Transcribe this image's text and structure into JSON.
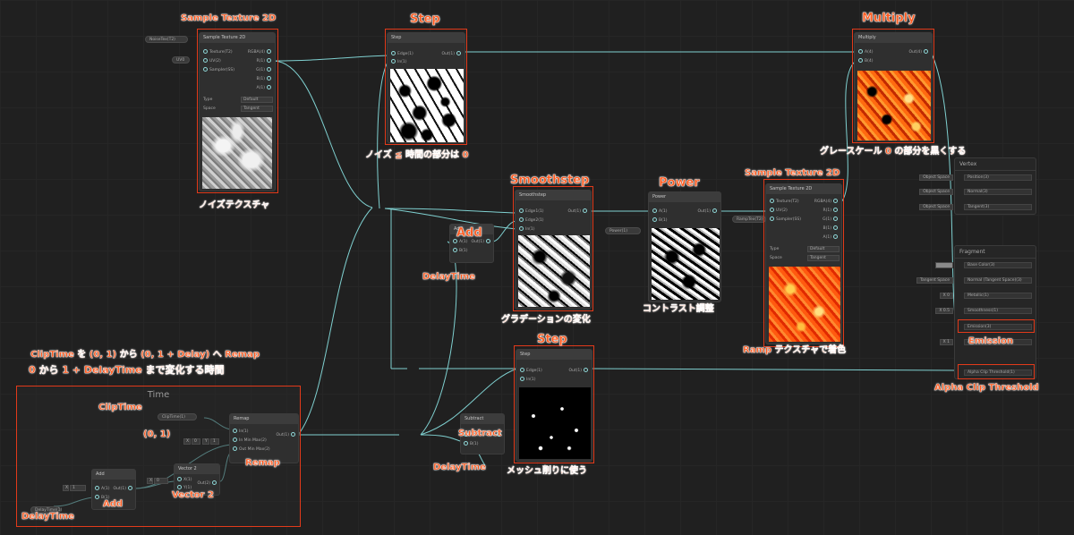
{
  "nodes": {
    "sample_tex1": {
      "header": "Sample Texture 2D",
      "inputs": [
        "Texture(T2)",
        "UV(2)",
        "Sampler(SS)"
      ],
      "outputs": [
        "RGBA(4)",
        "R(1)",
        "G(1)",
        "B(1)",
        "A(1)"
      ],
      "type_label": "Type",
      "type_value": "Default",
      "space_label": "Space",
      "space_value": "Tangent",
      "uv_pill": "UV0",
      "tex_pill": "NoiseTex(T2)"
    },
    "step1": {
      "header": "Step",
      "inputs": [
        "Edge(1)",
        "In(1)"
      ],
      "output": "Out(1)"
    },
    "multiply": {
      "header": "Multiply",
      "inputs": [
        "A(4)",
        "B(4)"
      ],
      "output": "Out(4)"
    },
    "smoothstep": {
      "header": "Smoothstep",
      "inputs": [
        "Edge1(1)",
        "Edge2(1)",
        "In(1)"
      ],
      "output": "Out(1)"
    },
    "power": {
      "header": "Power",
      "inputs": [
        "A(1)",
        "B(1)"
      ],
      "output": "Out(1)",
      "b_pill": "Power(1)"
    },
    "sample_tex2": {
      "header": "Sample Texture 2D",
      "inputs": [
        "Texture(T2)",
        "UV(2)",
        "Sampler(SS)"
      ],
      "outputs": [
        "RGBA(4)",
        "R(1)",
        "G(1)",
        "B(1)",
        "A(1)"
      ],
      "type_label": "Type",
      "type_value": "Default",
      "space_label": "Space",
      "space_value": "Tangent",
      "tex_pill": "RampTex(T2)"
    },
    "add1": {
      "header": "Add",
      "inputs": [
        "A(1)",
        "B(1)"
      ],
      "output": "Out(1)"
    },
    "step2": {
      "header": "Step",
      "inputs": [
        "Edge(1)",
        "In(1)"
      ],
      "output": "Out(1)"
    },
    "subtract": {
      "header": "Subtract",
      "inputs": [
        "A(1)",
        "B(1)"
      ],
      "output": "Out(1)"
    },
    "remap": {
      "header": "Remap",
      "inputs": [
        "In(1)",
        "In Min Max(2)",
        "Out Min Max(2)"
      ],
      "output": "Out(1)",
      "cliptime_pill": "ClipTime(1)",
      "x0": "X",
      "v0": "0",
      "y1": "Y",
      "v1": "1"
    },
    "vector2": {
      "header": "Vector 2",
      "inputs": [
        "X(1)",
        "Y(1)"
      ],
      "output": "Out(2)",
      "x_label": "X",
      "x_val": "0"
    },
    "add2": {
      "header": "Add",
      "inputs": [
        "A(1)",
        "B(1)"
      ],
      "output": "Out(1)",
      "x_label": "X",
      "x_val": "1",
      "pill": "DelayTime(1)"
    }
  },
  "vertex": {
    "title": "Vertex",
    "rows": [
      {
        "label": "Position(3)",
        "ext": "Object Space"
      },
      {
        "label": "Normal(3)",
        "ext": "Object Space"
      },
      {
        "label": "Tangent(3)",
        "ext": "Object Space"
      }
    ]
  },
  "fragment": {
    "title": "Fragment",
    "rows": [
      {
        "label": "Base Color(3)",
        "ext": ""
      },
      {
        "label": "Normal (Tangent Space)(3)",
        "ext": "Tangent Space"
      },
      {
        "label": "Metallic(1)",
        "ext": "X 0"
      },
      {
        "label": "Smoothness(1)",
        "ext": "X 0.5"
      },
      {
        "label": "Emission(3)",
        "ext": ""
      },
      {
        "label": "Alpha(1)",
        "ext": "X 1"
      },
      {
        "label": "Alpha Clip Threshold(1)",
        "ext": ""
      }
    ]
  },
  "time_group": {
    "title": "Time"
  },
  "annotations": {
    "sample_tex1": "Sample Texture 2D",
    "step1": "Step",
    "multiply": "Multiply",
    "noise_tex": "ノイズテクスチャ",
    "noise_le_time": "ノイズ ≦ 時間の部分は 0",
    "grayscale": "グレースケール 0 の部分を黒くする",
    "smoothstep": "Smoothstep",
    "power": "Power",
    "sample_tex2": "Sample Texture 2D",
    "add": "Add",
    "delaytime1": "DelayTime",
    "gradation": "グラデーションの変化",
    "contrast": "コントラスト調整",
    "ramp": "Ramp テクスチャで着色",
    "step2": "Step",
    "emission": "Emission",
    "alpha_clip": "Alpha Clip Threshold",
    "cliptime_remap": "ClipTime を (0, 1) から (0, 1 + Delay) へ Remap",
    "time_desc": "0 から 1 + DelayTime まで変化する時間",
    "cliptime": "ClipTime",
    "zero_one": "(0, 1)",
    "remap": "Remap",
    "vector2": "Vector 2",
    "add2": "Add",
    "delaytime2": "DelayTime",
    "subtract": "Subtract",
    "delaytime3": "DelayTime",
    "mesh_cut": "メッシュ削りに使う"
  }
}
